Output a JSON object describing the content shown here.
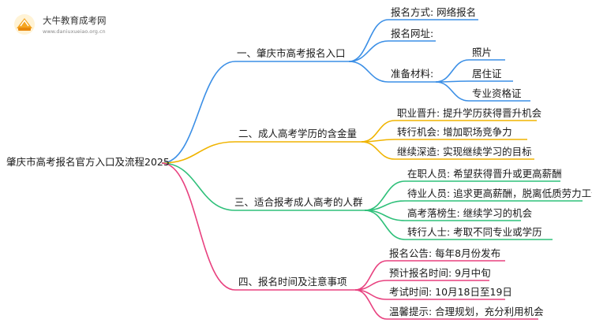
{
  "logo": {
    "title": "大牛教育成考网",
    "url": "www.daniuxueiao.org.cn"
  },
  "root": {
    "label": "肇庆市高考报名官方入口及流程2025"
  },
  "colors": {
    "blue": "#3b8fe6",
    "orange": "#f0b400",
    "green": "#2fc07a",
    "pink": "#e8417f"
  },
  "branches": [
    {
      "label": "一、肇庆市高考报名入口",
      "children": [
        {
          "label": "报名方式: 网络报名"
        },
        {
          "label": "报名网址:"
        },
        {
          "label": "准备材料:",
          "children": [
            "照片",
            "居住证",
            "专业资格证"
          ]
        }
      ]
    },
    {
      "label": "二、成人高考学历的含金量",
      "children": [
        {
          "label": "职业晋升: 提升学历获得晋升机会"
        },
        {
          "label": "转行机会: 增加职场竞争力"
        },
        {
          "label": "继续深造: 实现继续学习的目标"
        }
      ]
    },
    {
      "label": "三、适合报考成人高考的人群",
      "children": [
        {
          "label": "在职人员: 希望获得晋升或更高薪酬"
        },
        {
          "label": "待业人员: 追求更高薪酬，脱离低质劳力工作"
        },
        {
          "label": "高考落榜生: 继续学习的机会"
        },
        {
          "label": "转行人士: 考取不同专业或学历"
        }
      ]
    },
    {
      "label": "四、报名时间及注意事项",
      "children": [
        {
          "label": "报名公告: 每年8月份发布"
        },
        {
          "label": "预计报名时间: 9月中旬"
        },
        {
          "label": "考试时间: 10月18日至19日"
        },
        {
          "label": "温馨提示: 合理规划，充分利用机会"
        }
      ]
    }
  ]
}
